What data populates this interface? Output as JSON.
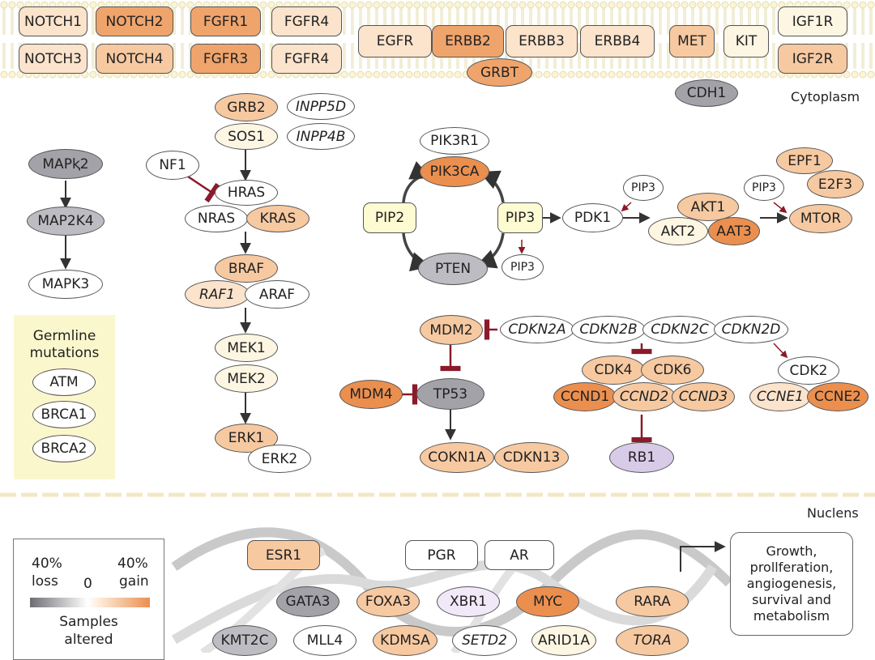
{
  "locations": {
    "cytoplasm": "Cytoplasm",
    "nucleus": "Nuclens"
  },
  "receptors": {
    "notch1": "NOTCH1",
    "notch2": "NOTCH2",
    "notch3": "NOTCH3",
    "notch4": "NOTCH4",
    "fgfr1": "FGFR1",
    "fgfr4a": "FGFR4",
    "fgfr3": "FGFR3",
    "fgfr4b": "FGFR4",
    "egfr": "EGFR",
    "erbb2": "ERBB2",
    "erbb3": "ERBB3",
    "erbb4": "ERBB4",
    "grb7": "GRBT",
    "met": "MET",
    "kit": "KIT",
    "igf1r": "IGF1R",
    "igf2r": "IGF2R",
    "cdh1": "CDH1"
  },
  "mapk_left": {
    "mapk2": "MAPⱪ2",
    "map2k4": "MAP2K4",
    "mapk3": "MAPK3"
  },
  "germline": {
    "title": "Germline mutations",
    "atm": "ATM",
    "brca1": "BRCA1",
    "brca2": "BRCA2"
  },
  "ras_pathway": {
    "grb2": "GRB2",
    "sos1": "SOS1",
    "inpp5d": "INPP5D",
    "inpp4b": "INPP4B",
    "nf1": "NF1",
    "hras": "HRAS",
    "nras": "NRAS",
    "kras": "KRAS",
    "braf": "BRAF",
    "raf1": "RAF1",
    "araf": "ARAF",
    "mek1": "MEK1",
    "mek2": "MEK2",
    "erk1": "ERK1",
    "erk2": "ERK2"
  },
  "pi3k_pathway": {
    "pik3r1": "PIK3R1",
    "pik3ca": "PIK3CA",
    "pip2": "PIP2",
    "pip3": "PIP3",
    "pten": "PTEN",
    "pip3_small": "PIP3",
    "pdk1": "PDK1",
    "pip3_pdk": "PIP3",
    "akt1": "AKT1",
    "akt2": "AKT2",
    "akt3": "AAT3",
    "pip3_mtor": "PIP3",
    "epf1": "EPF1",
    "e2f3": "E2F3",
    "mtor": "MTOR"
  },
  "cell_cycle": {
    "mdm2": "MDM2",
    "mdm4": "MDM4",
    "tp53": "TP53",
    "cdkn2a": "CDKN2A",
    "cdkn2b": "CDKN2B",
    "cdkn2c": "CDKN2C",
    "cdkn2d": "CDKN2D",
    "cdk4": "CDK4",
    "cdk6": "CDK6",
    "ccnd1": "CCND1",
    "ccnd2": "CCND2",
    "ccnd3": "CCND3",
    "cdk2": "CDK2",
    "ccne1": "CCNE1",
    "ccne2": "CCNE2",
    "rb1": "RB1",
    "cdkn1a": "COKN1A",
    "cdkn13": "CDKN13"
  },
  "legend": {
    "loss_pct": "40%",
    "loss": "loss",
    "zero": "0",
    "gain_pct": "40%",
    "gain": "gain",
    "samples": "Samples",
    "altered": "altered",
    "gradient_colors": [
      "#6f6d74",
      "#ffffff",
      "#fbe3cc",
      "#eb8f4f"
    ]
  },
  "nucleus": {
    "esr1": "ESR1",
    "pgr": "PGR",
    "ar": "AR",
    "gata3": "GATA3",
    "foxa3": "FOXA3",
    "xbr1": "XBR1",
    "myc": "MYC",
    "rara": "RARA",
    "kmt2c": "KMT2C",
    "mll4": "MLL4",
    "kdm5a": "KDMSA",
    "setd2": "SETD2",
    "arid1a": "ARID1A",
    "tora": "TORA"
  },
  "outcome": "Growth, prollferation, angiogenesis, survival and metabolism"
}
